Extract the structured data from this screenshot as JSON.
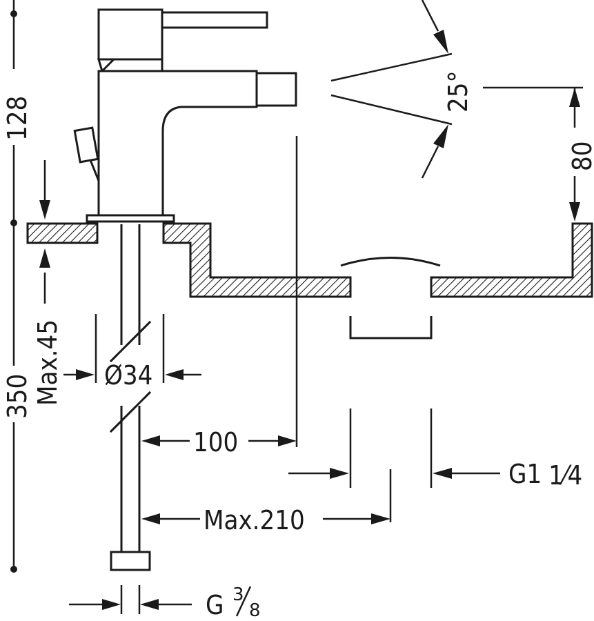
{
  "dimensions": {
    "height_top": "128",
    "height_total": "350",
    "max_thickness": "Max.45",
    "diameter": "Ø34",
    "reach": "100",
    "max_distance": "Max.210",
    "spout_height": "80",
    "angle": "25°",
    "waste_thread_main": "G1",
    "waste_thread_frac": "1⁄4",
    "supply_thread_main": "G",
    "supply_thread_frac_num": "3",
    "supply_thread_frac_den": "8"
  }
}
